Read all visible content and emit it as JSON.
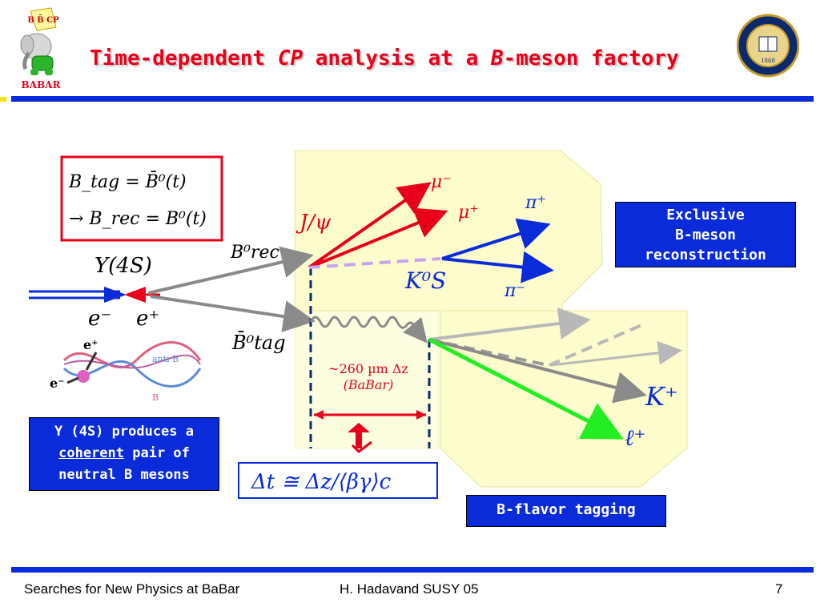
{
  "header": {
    "logo_text": "BABAR",
    "logo_badge": "B B̄ CP",
    "title_part1": "Time-dependent ",
    "title_italic": "CP",
    "title_part2": " analysis at a ",
    "title_italic2": "B",
    "title_part3": "-meson factory",
    "seal_label": "1868"
  },
  "formula_box": {
    "line1": "B_tag = B̄⁰(t)",
    "line2": "→ B_rec = B⁰(t)"
  },
  "labels": {
    "upsilon": "Y(4S)",
    "e_minus": "e⁻",
    "e_plus": "e⁺",
    "b_rec": "B⁰rec",
    "b_tag": "B̄⁰tag",
    "jpsi": "J/ψ",
    "ks": "K⁰S",
    "kaon": "K⁺",
    "lepton": "ℓ⁺",
    "anti_b": "anti B",
    "b": "B",
    "e_plus_small": "e⁺",
    "e_minus_small": "e⁻",
    "decay_mu_minus": "μ⁻",
    "decay_mu_plus": "μ⁺",
    "decay_pi_plus": "π⁺",
    "decay_pi_minus": "π⁻"
  },
  "delta_z": {
    "line1": "~260 µm Δz",
    "line2": "(BaBar)"
  },
  "delta_t_formula": "Δt ≅ Δz/⟨βγ⟩c",
  "boxes": {
    "exclusive": [
      "Exclusive",
      "B-meson",
      "reconstruction"
    ],
    "flavor_tagging": "B-flavor tagging",
    "upsilon_text1": "Y (4S) produces a",
    "upsilon_text2_underlined": "coherent",
    "upsilon_text2_rest": " pair of",
    "upsilon_text3": "neutral B mesons"
  },
  "footer": {
    "left": "Searches for New Physics at BaBar",
    "center": "H. Hadavand  SUSY 05",
    "page": "7"
  },
  "colors": {
    "accent_red": "#e8001a",
    "rule_blue": "#0a2bd9",
    "panel_yellow": "#fdfccc",
    "track_green": "#22ee22",
    "track_blue": "#0a2bd9",
    "track_gray": "#8a8a8a"
  }
}
